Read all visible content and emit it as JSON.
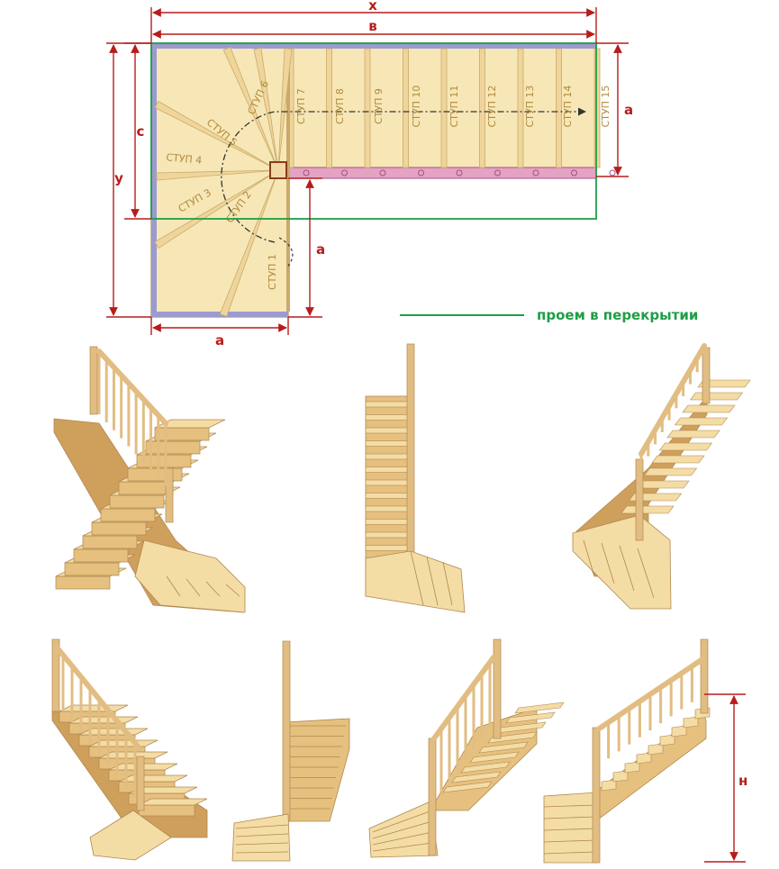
{
  "plan": {
    "dimensions": {
      "x": "x",
      "b": "в",
      "a_right": "a",
      "c": "c",
      "y": "y",
      "a_mid": "a",
      "a_bottom": "a",
      "h": "н"
    },
    "steps": [
      "СТУП 1",
      "СТУП 2",
      "СТУП 3",
      "СТУП 4",
      "СТУП 5",
      "СТУП 6",
      "СТУП 7",
      "СТУП 8",
      "СТУП 9",
      "СТУП 10",
      "СТУП 11",
      "СТУП 12",
      "СТУП 13",
      "СТУП 14",
      "СТУП 15"
    ],
    "legend": "проем в перекрытии"
  },
  "colors": {
    "dimension": "#b71c1c",
    "opening": "#1e9e46",
    "wood_light": "#f6e2b0",
    "wood_mid": "#eccf8e",
    "wood_dark": "#c99a55",
    "stringer": "#8c8cc8"
  }
}
